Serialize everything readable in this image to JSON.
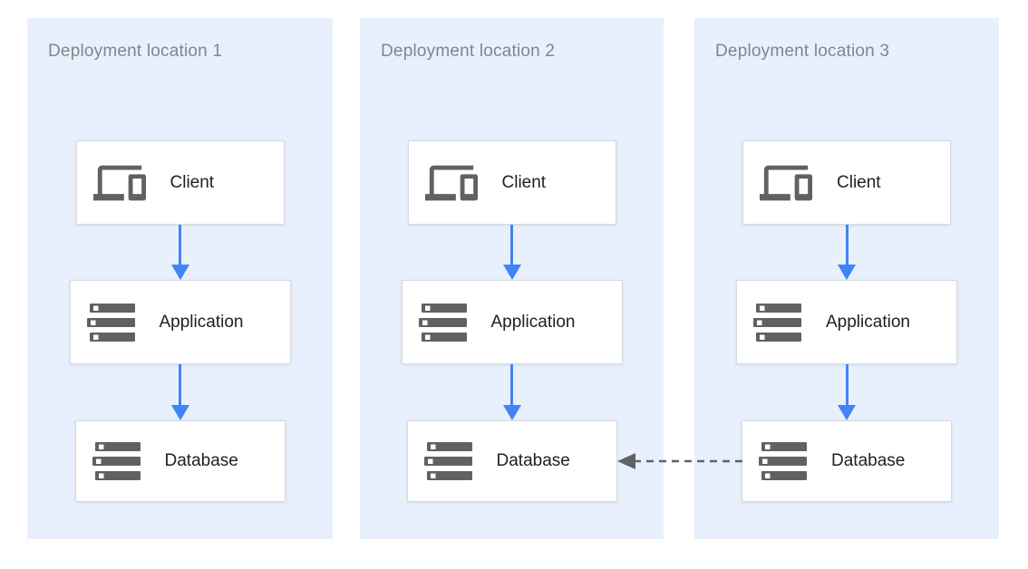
{
  "panels": [
    {
      "title": "Deployment location 1",
      "nodes": [
        {
          "label": "Client",
          "icon": "devices-icon"
        },
        {
          "label": "Application",
          "icon": "server-stack-icon"
        },
        {
          "label": "Database",
          "icon": "server-stack-icon"
        }
      ]
    },
    {
      "title": "Deployment location 2",
      "nodes": [
        {
          "label": "Client",
          "icon": "devices-icon"
        },
        {
          "label": "Application",
          "icon": "server-stack-icon"
        },
        {
          "label": "Database",
          "icon": "server-stack-icon"
        }
      ]
    },
    {
      "title": "Deployment location 3",
      "nodes": [
        {
          "label": "Client",
          "icon": "devices-icon"
        },
        {
          "label": "Application",
          "icon": "server-stack-icon"
        },
        {
          "label": "Database",
          "icon": "server-stack-icon"
        }
      ]
    }
  ],
  "connections": {
    "flow_per_panel": [
      "Client → Application",
      "Application → Database"
    ],
    "replication": {
      "from": "Database (Deployment location 3)",
      "to": "Database (Deployment location 2)",
      "style": "dashed"
    }
  },
  "colors": {
    "page_bg": "#ffffff",
    "panel_bg": "#e8f0fe",
    "node_bg": "#ffffff",
    "node_border": "#d8dadd",
    "flow_arrow": "#4284f3",
    "replication_arrow": "#5f6368",
    "panel_title_text": "#80868b",
    "node_label_text": "#212121",
    "icon_gray": "#616161"
  }
}
